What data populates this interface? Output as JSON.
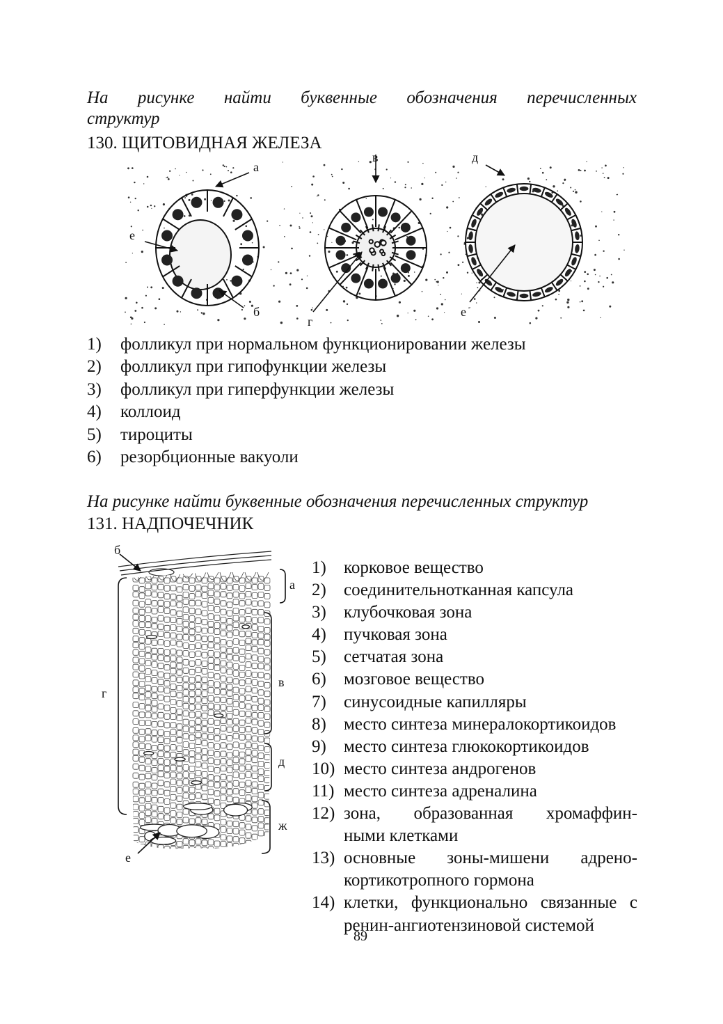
{
  "sections": [
    {
      "instruction": "На рисунке найти буквенные обозначения перечисленных",
      "instruction_cont": "структур",
      "heading": "130. ЩИТОВИДНАЯ ЖЕЛЕЗА",
      "figure_labels": {
        "a": "а",
        "b": "б",
        "v": "в",
        "g": "г",
        "d": "д",
        "e1": "е",
        "e2": "е"
      },
      "items": [
        {
          "num": "1)",
          "text": "фолликул при нормальном функционировании железы"
        },
        {
          "num": "2)",
          "text": "фолликул при гипофункции железы"
        },
        {
          "num": "3)",
          "text": "фолликул при гиперфункции железы"
        },
        {
          "num": "4)",
          "text": "коллоид"
        },
        {
          "num": "5)",
          "text": "тироциты"
        },
        {
          "num": "6)",
          "text": "резорбционные вакуоли"
        }
      ]
    },
    {
      "instruction": "На рисунке найти буквенные обозначения перечисленных структур",
      "heading": "131. НАДПОЧЕЧНИК",
      "figure_labels": {
        "a": "а",
        "b": "б",
        "v": "в",
        "g": "г",
        "d": "д",
        "e": "е",
        "zh": "ж"
      },
      "items": [
        {
          "num": "1)",
          "text": "корковое вещество"
        },
        {
          "num": "2)",
          "text": "соединительнотканная капсула"
        },
        {
          "num": "3)",
          "text": "клубочковая зона"
        },
        {
          "num": "4)",
          "text": "пучковая зона"
        },
        {
          "num": "5)",
          "text": "сетчатая зона"
        },
        {
          "num": "6)",
          "text": "мозговое вещество"
        },
        {
          "num": "7)",
          "text": "синусоидные капилляры"
        },
        {
          "num": "8)",
          "text": "место синтеза минералокортикоидов"
        },
        {
          "num": "9)",
          "text": "место синтеза глюкокортикоидов"
        },
        {
          "num": "10)",
          "text": "место синтеза андрогенов"
        },
        {
          "num": "11)",
          "text": "место синтеза адреналина"
        },
        {
          "num": "12)",
          "text": "зона, образованная хромаффин-",
          "cont": "ными клетками"
        },
        {
          "num": "13)",
          "text": "основные зоны-мишени адрено-",
          "cont": "кортикотропного гормона"
        },
        {
          "num": "14)",
          "text": "клетки, функционально связанные с",
          "cont": "ренин-ангиотензиновой системой"
        }
      ]
    }
  ],
  "page_number": "89"
}
